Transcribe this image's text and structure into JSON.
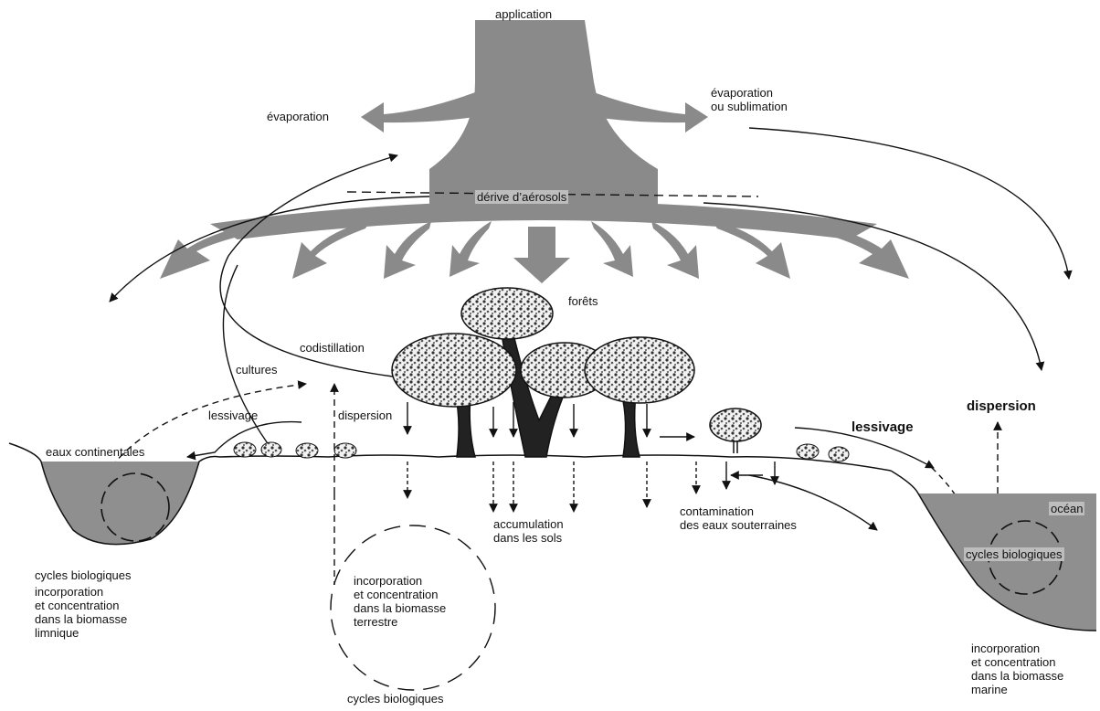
{
  "labels": {
    "application": "application",
    "evaporation_left": "évaporation",
    "evaporation_right": "évaporation\nou sublimation",
    "derive": "dérive d’aérosols",
    "forets": "forêts",
    "codistillation": "codistillation",
    "cultures": "cultures",
    "lessivage_left": "lessivage",
    "dispersion_left": "dispersion",
    "eaux_continentales": "eaux continentales",
    "lessivage_right": "lessivage",
    "dispersion_right": "dispersion",
    "ocean": "océan",
    "cycles_right": "cycles biologiques",
    "cycles_left": "cycles biologiques",
    "biomasse_limnique": "incorporation\net concentration\ndans la biomasse\nlimnique",
    "accumulation": "accumulation\ndans les sols",
    "contamination": "contamination\ndes eaux souterraines",
    "biomasse_terrestre": "incorporation\net concentration\ndans la biomasse\nterrestre",
    "cycles_bottom": "cycles biologiques",
    "biomasse_marine": "incorporation\net concentration\ndans la biomasse\nmarine"
  },
  "colors": {
    "plume": "#8a8a8a",
    "water": "#8f8f8f",
    "line": "#111111",
    "foliage": "#6a6a6a"
  }
}
